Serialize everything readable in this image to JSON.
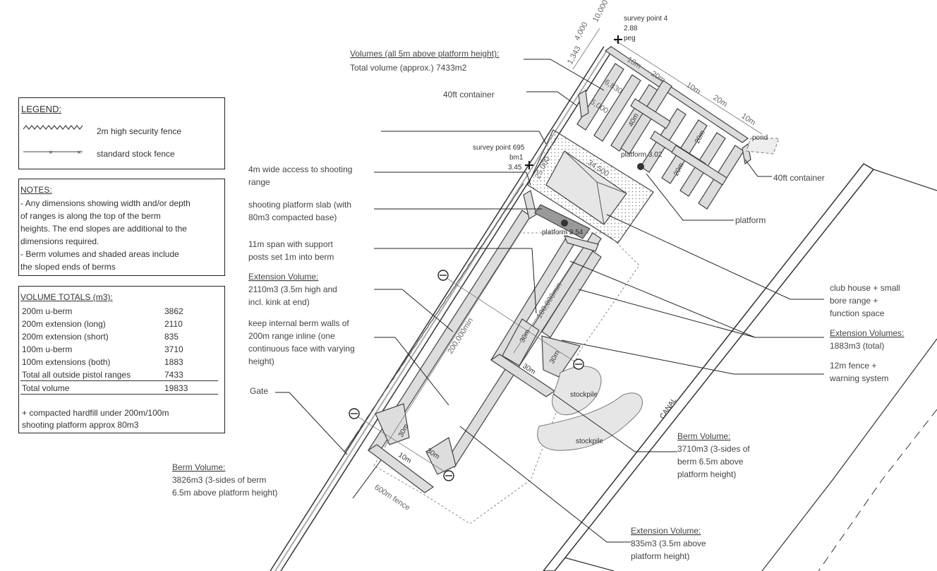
{
  "legend": {
    "title": "LEGEND:",
    "items": [
      {
        "label": "2m high security fence",
        "icon": "security-fence-symbol"
      },
      {
        "label": "standard stock fence",
        "icon": "stock-fence-symbol"
      }
    ]
  },
  "notes": {
    "title": "NOTES:",
    "lines": [
      "- Any dimensions showing width and/or depth",
      "of ranges is along the top of the berm",
      "heights. The end slopes are additional to the",
      "dimensions required.",
      "- Berm volumes and shaded areas include",
      "the sloped ends of berms"
    ]
  },
  "volume_totals": {
    "title": "VOLUME TOTALS (m3):",
    "rows": [
      {
        "label": "200m u-berm",
        "value": "3862"
      },
      {
        "label": "200m extension (long)",
        "value": "2110"
      },
      {
        "label": "200m extension (short)",
        "value": "835"
      },
      {
        "label": "100m u-berm",
        "value": "3710"
      },
      {
        "label": "100m extensions (both)",
        "value": "1883"
      },
      {
        "label": "Total all outside pistol ranges",
        "value": "7433"
      },
      {
        "label": "Total volume",
        "value": "19833"
      }
    ],
    "footnote": [
      "+ compacted hardfill under 200m/100m",
      "shooting platform approx 80m3"
    ]
  },
  "annotations": {
    "volumes_title": "Volumes (all 5m above platform height):",
    "volumes_total": "Total volume (approx.) 7433m2",
    "container_top": "40ft container",
    "container_right": "40ft container",
    "access": [
      "4m wide access to shooting",
      "range"
    ],
    "slab": [
      "shooting platform slab (with",
      "80m3 compacted base)"
    ],
    "span": [
      "11m span with support",
      "posts set 1m into berm"
    ],
    "ext_vol_title": "Extension Volume:",
    "ext_vol_lines": [
      "2110m3 (3.5m high and",
      "incl. kink at end)"
    ],
    "keep": [
      "keep internal berm walls of",
      "200m range inline (one",
      "continuous face with varying",
      "height)"
    ],
    "gate": "Gate",
    "berm_left_title": "Berm Volume:",
    "berm_left_lines": [
      "3826m3 (3-sides of berm",
      "6.5m above platform height)"
    ],
    "clubhouse": [
      "club house + small",
      "bore range +",
      "function space"
    ],
    "ext_vols_title": "Extension Volumes:",
    "ext_vols_total": "1883m3 (total)",
    "fence12": [
      "12m fence +",
      "warning system"
    ],
    "platform": "platform",
    "berm_right_title": "Berm Volume:",
    "berm_right_lines": [
      "3710m3 (3-sides of",
      "berm 6.5m above",
      "platform height)"
    ],
    "ext_bottom_title": "Extension Volume:",
    "ext_bottom_lines": [
      "835m3 (3.5m above",
      "platform height)"
    ]
  },
  "map_labels": {
    "survey4": [
      "survey point 4",
      "2.88",
      "peg"
    ],
    "survey695": [
      "survey point 695",
      "bm1",
      "3.45"
    ],
    "platform302": "platform 3.02",
    "platform354": "platform 3.54",
    "pond": "pond",
    "stockpile_a": "stockpile",
    "stockpile_b": "stockpile",
    "canal": "CANAL",
    "fence600": "600m fence",
    "dims": {
      "d10000": "10,000",
      "d4000": "4,000",
      "d1343": "1,343",
      "d10m_a": "10m",
      "d20m_a": "20m",
      "d10m_b": "10m",
      "d20m_b": "20m",
      "d10m_c": "10m",
      "d6830": "6,830",
      "d5000": "5,000",
      "d40m": "40m",
      "d20m_c": "20m",
      "d20m_d": "20m",
      "d25000": "25,000",
      "d34500": "34,500",
      "d200000": "200,000min",
      "d100000": "100,000min",
      "d30m_a": "30m",
      "d30m_b": "30m",
      "d30m_c": "30m",
      "d30m_d": "30m",
      "d10m_e": "10m",
      "d30m_e": "30m"
    }
  }
}
